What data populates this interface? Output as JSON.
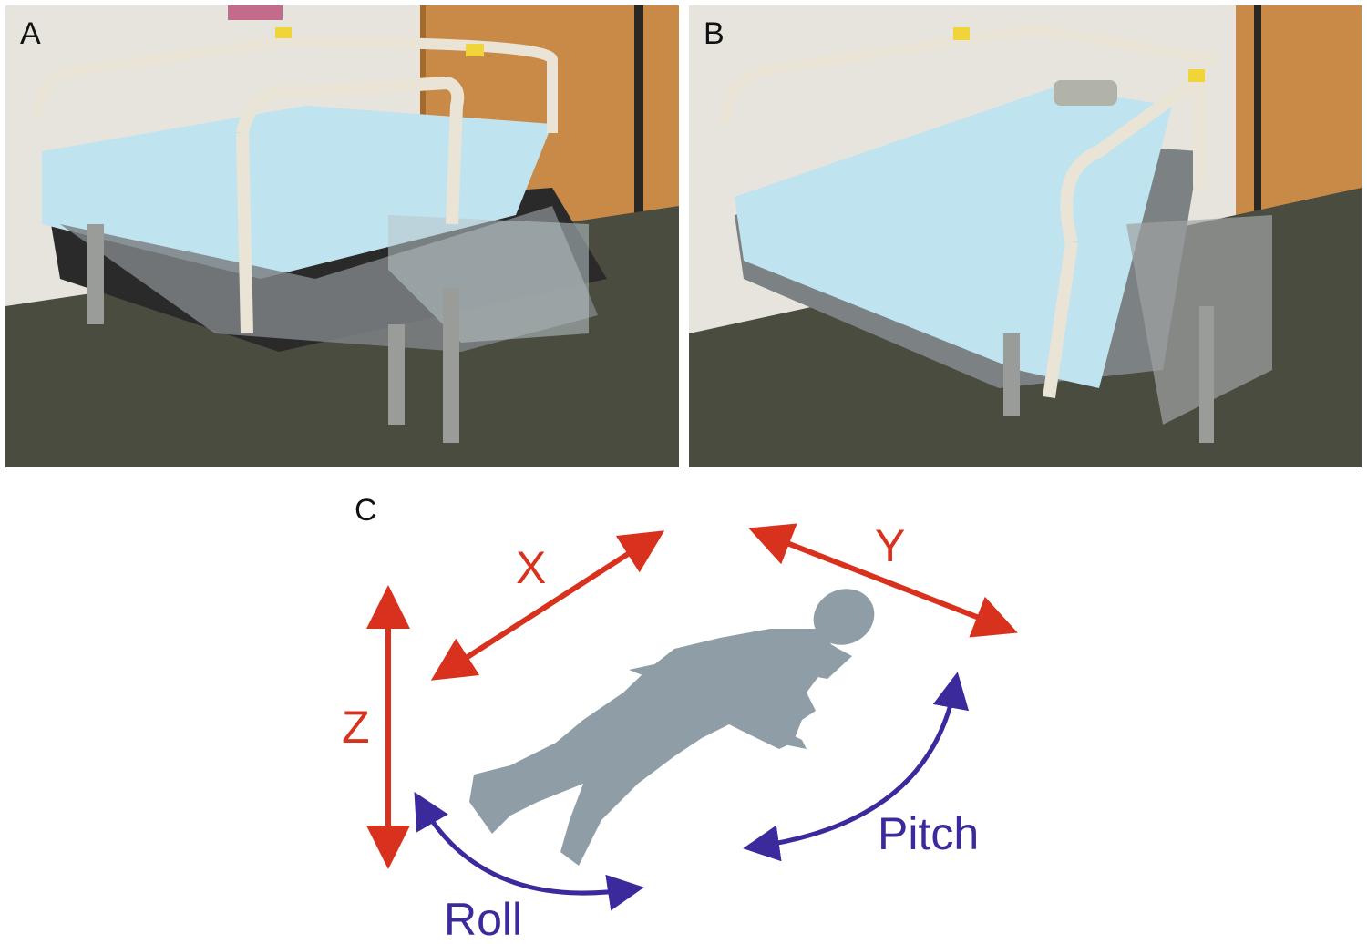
{
  "panels": {
    "a": {
      "label": "A"
    },
    "b": {
      "label": "B"
    },
    "c": {
      "label": "C"
    }
  },
  "axes": {
    "x": "X",
    "y": "Y",
    "z": "Z",
    "roll": "Roll",
    "pitch": "Pitch"
  },
  "colors": {
    "translation": "#d8321e",
    "rotation": "#3a2a9c",
    "figure": "#8f9ea6"
  }
}
